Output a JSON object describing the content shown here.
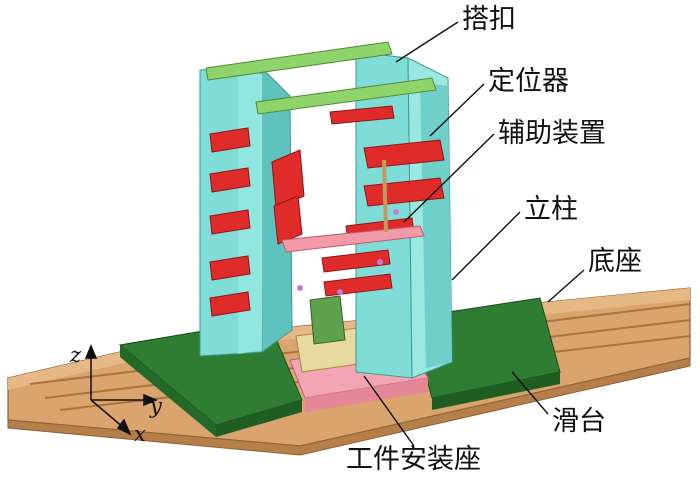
{
  "labels": {
    "latch": "搭扣",
    "locator": "定位器",
    "auxiliary": "辅助装置",
    "column": "立柱",
    "base": "底座",
    "slide": "滑台",
    "workpiece_seat": "工件安装座"
  },
  "axes": {
    "z": "z",
    "y": "y",
    "x": "x"
  },
  "colors": {
    "base": "#d9a46e",
    "slide": "#2e7d32",
    "column": "#7fdcd6",
    "locator": "#e02b2b",
    "latch": "#8fd46a",
    "auxiliary": "#f29aa8",
    "workpiece": "#e8d9a0",
    "fixture_green": "#5fa14f"
  }
}
